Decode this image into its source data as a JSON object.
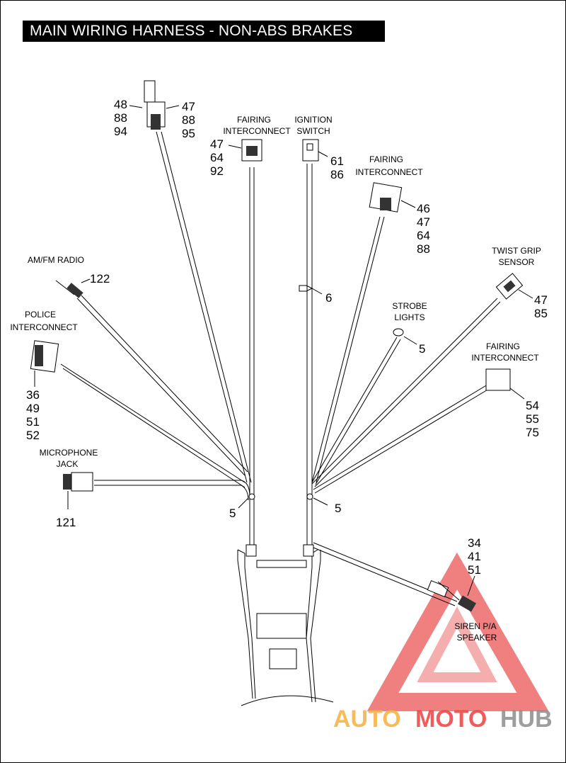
{
  "title": "MAIN WIRING HARNESS - NON-ABS BRAKES",
  "components": {
    "relay_top": {
      "left_refs": [
        "48",
        "88",
        "94"
      ],
      "right_refs": [
        "47",
        "88",
        "95"
      ]
    },
    "fairing_interconnect_1": {
      "label": [
        "FAIRING",
        "INTERCONNECT"
      ],
      "refs": [
        "47",
        "64",
        "92"
      ]
    },
    "ignition_switch": {
      "label": [
        "IGNITION",
        "SWITCH"
      ],
      "refs": [
        "61",
        "86"
      ]
    },
    "fairing_interconnect_2": {
      "label": [
        "FAIRING",
        "INTERCONNECT"
      ],
      "refs": [
        "46",
        "47",
        "64",
        "88"
      ]
    },
    "am_fm_radio": {
      "label": [
        "AM/FM RADIO"
      ],
      "refs": [
        "122"
      ]
    },
    "clip_6": {
      "refs": [
        "6"
      ]
    },
    "twist_grip_sensor": {
      "label": [
        "TWIST GRIP",
        "SENSOR"
      ],
      "refs": [
        "47",
        "85"
      ]
    },
    "police_interconnect": {
      "label": [
        "POLICE",
        "INTERCONNECT"
      ],
      "refs": [
        "36",
        "49",
        "51",
        "52"
      ]
    },
    "strobe_lights": {
      "label": [
        "STROBE",
        "LIGHTS"
      ],
      "refs": [
        "5"
      ]
    },
    "fairing_interconnect_3": {
      "label": [
        "FAIRING",
        "INTERCONNECT"
      ],
      "refs": [
        "54",
        "55",
        "75"
      ]
    },
    "microphone_jack": {
      "label": [
        "MICROPHONE",
        "JACK"
      ],
      "refs": [
        "121"
      ]
    },
    "clip_left": {
      "refs": [
        "5"
      ]
    },
    "clip_right": {
      "refs": [
        "5"
      ]
    },
    "siren_pa_speaker": {
      "label": [
        "SIREN P/A",
        "SPEAKER"
      ],
      "refs": [
        "34",
        "41",
        "51"
      ]
    }
  },
  "watermark": {
    "part1": "AUTO",
    "part2": "MOTO",
    "part3": "HUB"
  },
  "colors": {
    "watermark_orange": "#f5b041",
    "watermark_red": "#ee4040",
    "watermark_gray": "#8c8c8c"
  }
}
